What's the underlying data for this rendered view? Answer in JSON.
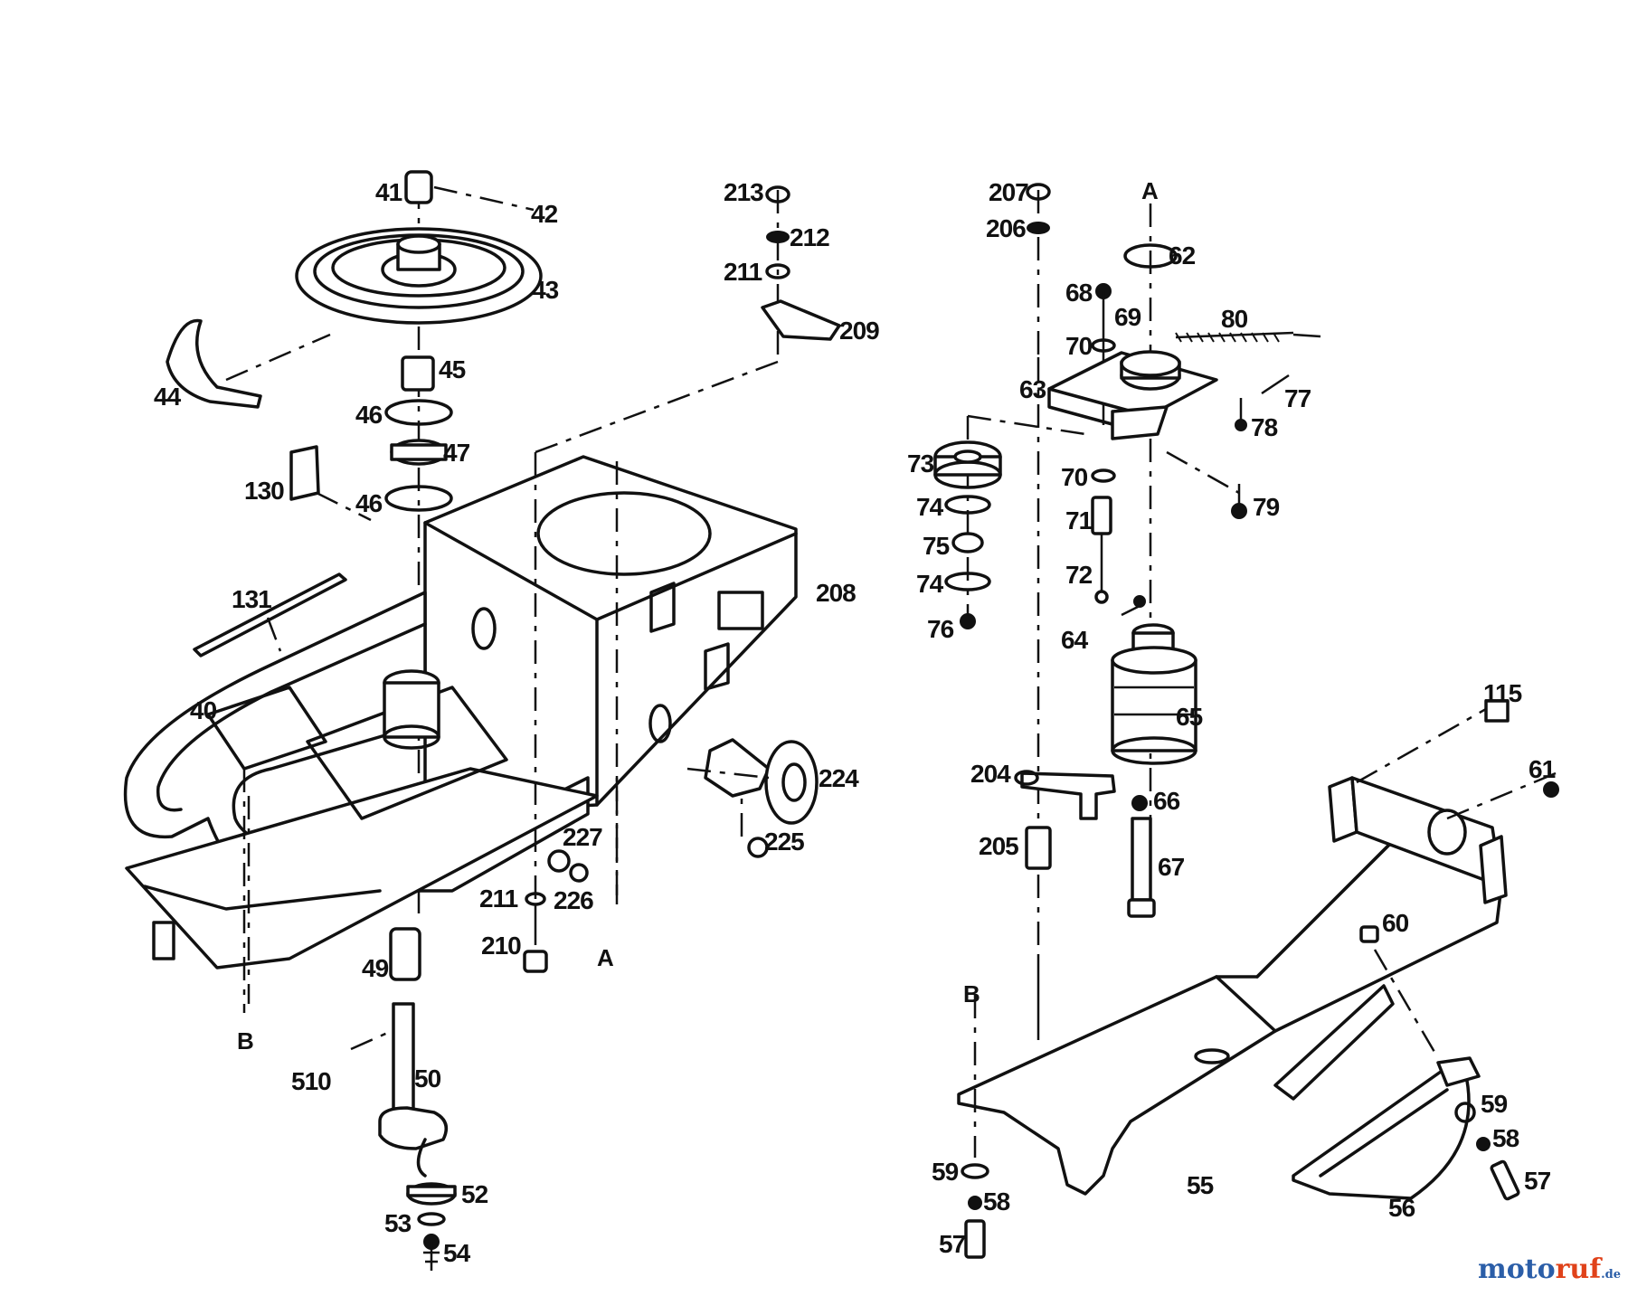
{
  "diagram": {
    "watermark": {
      "part1": "moto",
      "part2": "ruf",
      "tld": ".de"
    },
    "section_markers": [
      "A",
      "A",
      "B",
      "B"
    ],
    "part_numbers": [
      "41",
      "42",
      "43",
      "44",
      "45",
      "46",
      "47",
      "130",
      "46",
      "131",
      "40",
      "49",
      "50",
      "510",
      "52",
      "53",
      "54",
      "213",
      "212",
      "211",
      "209",
      "208",
      "227",
      "226",
      "211",
      "210",
      "224",
      "225",
      "207",
      "206",
      "62",
      "68",
      "69",
      "70",
      "80",
      "63",
      "77",
      "78",
      "73",
      "74",
      "75",
      "74",
      "76",
      "70",
      "71",
      "72",
      "79",
      "64",
      "65",
      "204",
      "66",
      "205",
      "67",
      "115",
      "61",
      "60",
      "59",
      "58",
      "57",
      "59",
      "58",
      "57",
      "55",
      "56"
    ]
  }
}
